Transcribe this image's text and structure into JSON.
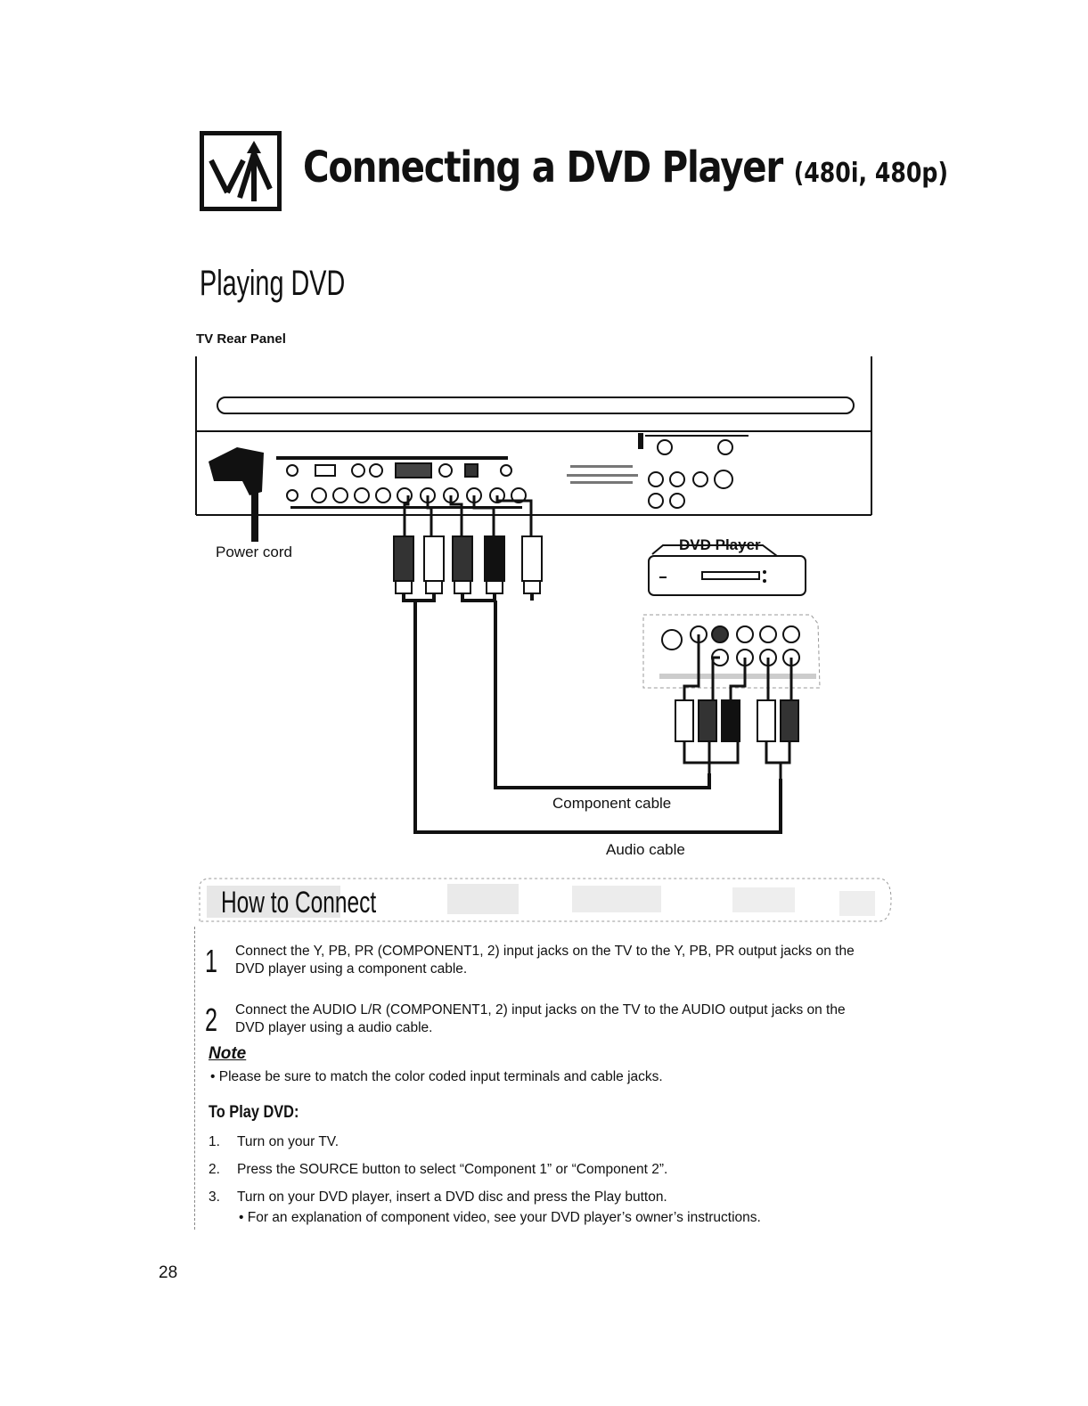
{
  "header": {
    "title": "Connecting a DVD Player",
    "title_suffix": "(480i, 480p)",
    "icon": "input-arrows-icon"
  },
  "section": {
    "title": "Playing DVD"
  },
  "diagram": {
    "tv_rear_label": "TV Rear Panel",
    "power_cord_label": "Power cord",
    "dvd_player_label": "DVD Player",
    "component_cable_label": "Component cable",
    "audio_cable_label": "Audio cable"
  },
  "how_to": {
    "title": "How to Connect",
    "steps": [
      {
        "num": "1",
        "text": "Connect the Y, PB, PR (COMPONENT1, 2) input jacks on the TV to the Y, PB, PR output jacks on the DVD player using a component cable."
      },
      {
        "num": "2",
        "text": "Connect the AUDIO L/R (COMPONENT1, 2) input jacks on the TV to the AUDIO output jacks on the DVD player using a audio cable."
      }
    ],
    "note_heading": "Note",
    "note_text": "• Please be sure to match the color coded input terminals and cable jacks."
  },
  "play": {
    "heading": "To Play DVD:",
    "steps": [
      {
        "num": "1.",
        "text": "Turn on your TV."
      },
      {
        "num": "2.",
        "text": "Press the SOURCE button to select “Component 1” or “Component 2”."
      },
      {
        "num": "3.",
        "text": "Turn on your DVD player, insert a DVD disc and press the Play button."
      }
    ],
    "sub_note": "• For an explanation of component video, see your DVD player’s owner’s instructions."
  },
  "footer": {
    "page_number": "28"
  }
}
